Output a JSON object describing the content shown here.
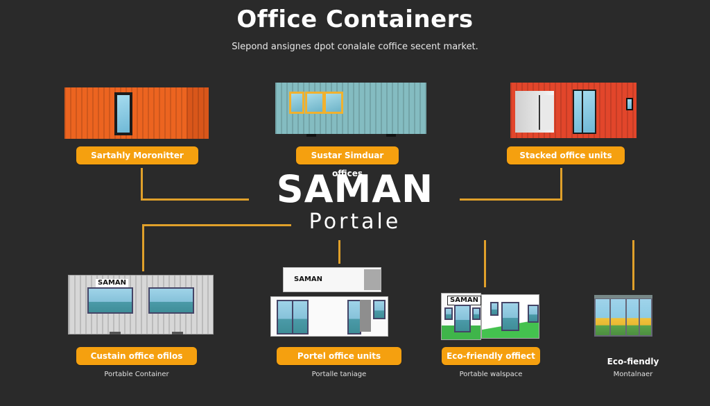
{
  "header": {
    "title": "Office Containers",
    "subtitle": "Slepond ansignes dpot conalale coffice secent market."
  },
  "center": {
    "brand": "SAMAN",
    "brand_sub": "Portale"
  },
  "top_row": [
    {
      "label": "Sartahly Moronitter",
      "container": "orange-container-with-door",
      "color": "#e8601c"
    },
    {
      "label": "Sustar Simduar offices",
      "container": "teal-container-with-windows",
      "color": "#7fb7bc"
    },
    {
      "label": "Stacked office units",
      "container": "red-open-container",
      "color": "#e0442a"
    }
  ],
  "bottom_row": [
    {
      "label": "Custain office ofilos",
      "caption": "Portable Container",
      "tag": "SAMAN",
      "container": "grey-container-with-windows"
    },
    {
      "label": "Portel office units",
      "caption": "Portalle taniage",
      "tag": "SAMAN",
      "container": "stacked-white-containers"
    },
    {
      "label": "Eco-friendly offiect",
      "caption": "Portable walspace",
      "tag": "SAMAN",
      "container": "white-green-eco-container"
    },
    {
      "label": "Eco-fiendly",
      "caption": "Montalnaer",
      "container": "glass-cube-office"
    }
  ],
  "colors": {
    "background": "#2a2a2a",
    "accent": "#f5a00f",
    "connector": "#e0a02a"
  }
}
